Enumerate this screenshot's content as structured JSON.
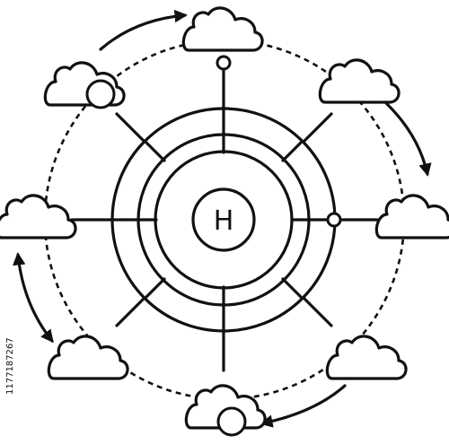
{
  "diagram": {
    "hub_label": "H",
    "node_count": 8,
    "nodes": [
      {
        "id": "cloud-top",
        "has_marker": false
      },
      {
        "id": "cloud-top-right",
        "has_marker": false
      },
      {
        "id": "cloud-right",
        "has_marker": false
      },
      {
        "id": "cloud-bottom-right",
        "has_marker": false
      },
      {
        "id": "cloud-bottom",
        "has_marker": true
      },
      {
        "id": "cloud-bottom-left",
        "has_marker": false
      },
      {
        "id": "cloud-left",
        "has_marker": false
      },
      {
        "id": "cloud-top-left",
        "has_marker": true
      }
    ],
    "flow_arrows": [
      "clockwise-top",
      "clockwise-right",
      "clockwise-bottom",
      "bidirectional-left"
    ]
  },
  "watermark": {
    "stock_id": "1177187267"
  },
  "colors": {
    "ink": "#111111",
    "background": "#ffffff"
  }
}
